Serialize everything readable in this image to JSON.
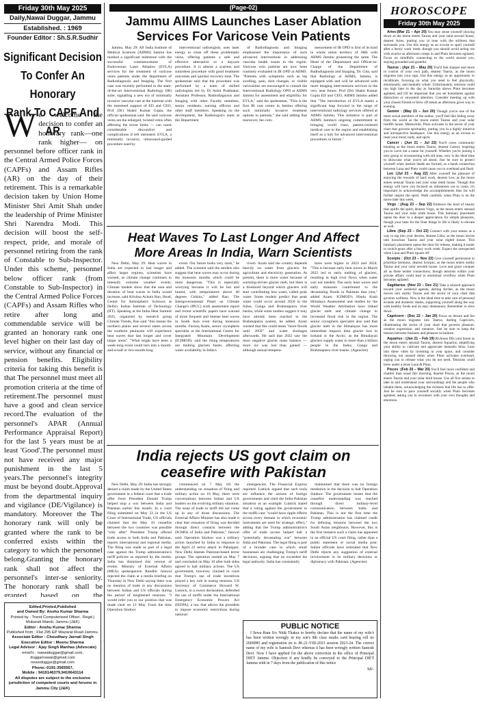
{
  "masthead": {
    "date": "Friday 30th May 2025",
    "daily": "Daily,Nawai Duggar, Jammu",
    "established": "Established. : 1969",
    "founder": "Founder Editor : Sh.S.R.Sudhir",
    "page": "(Page-02)",
    "horoscope_title": "HOROSCOPE",
    "horoscope_date": "Friday 30th May 2025"
  },
  "left_editorial": {
    "headline_1": "Significant Decision",
    "headline_2": "To Confer An Honorary",
    "headline_3": "Rank To CAPF And AR",
    "dropcap": "W",
    "first_line": "e welcome the decision to confer an honorary rank—one rank higher—",
    "body": "on personnel before officer rank in the Central Armed Police Forces (CAPFs) and Assam Rifles (AR) on the day of their retirement. This is a remarkable decision taken by Union Home Minister Shri Amit Shah under the leadership of Prime Minister Shri Narendra Modi. This decision will boost the self-respect, pride, and morale of personnel retiring from the rank of Constable to Sub-Inspector. Under this scheme, personnel below officer rank (from Constable to Sub-Inspector) in the Central Armed Police Forces (CAPFs) and Assam Rifles who retire after long and commendable service will be granted an honorary rank one level higher on their last day of service, without any financial or pension benefits. Eligibility criteria for taking this benefit is that The personnel must meet all promotion criteria at the time of retirement.The personnel must have a good and clean service record.The evaluation of the personnel's APAR (Annual Performance Appraisal Report) for the last 5 years must be at least 'Good'.The personnel must not have received any major punishment in the last 5 years.The personnel's integrity must be beyond doubt.Approval from the departmental inquiry and vigilance (DE/Vigilance) is mandatory. Moreover the The honorary rank will only be granted where the rank to be conferred exists within the category to which the personnel belong.Granting the honorary rank shall not affect the personnel's inter-se seniority. The honorary rank shall be granted based on the recommendation of the concerned commanding officer.The honorary rank will be conferred on the day of the personnel's retirement.No financial or pension benefits shall be admissible along with the honorary rank."
  },
  "imprint": {
    "line1": "Edited,Printed,Published",
    "line2": "and Owned By: Anshu Kumar Sharma",
    "line3": "Printed by : Trend Computerised Offset , Regd.)",
    "line4": "Mubarak Mandi, Jammu (J&K)",
    "line5": "Editor : Anshu Kumar Sharma",
    "line6": "Published from : Flat 295 EP Wazarat Road Jammu.",
    "line7": "Associate Editor : Choudhary Jarnail Singh",
    "line8": "Executive Editor : Meenu Sharma",
    "line9": "Legal Advisor : Ajay Singh Manhas (Advocate)",
    "line10": "email's : nawaiduggar@gmail.com,",
    "line11": "duggarnawai@gmail.com",
    "line12": "newsduggar@gmail.com",
    "line13": "Phone:-0191-3565567,",
    "line14": "Mobile : 9419146379,9419643114",
    "line15": "All disputes are subject to the exclusive jurisdiction of competent courts and forums in Jammu City (J&K)"
  },
  "article1": {
    "headline_1": "Jammu AIIMS Launches Laser Ablation",
    "headline_2": "Services For Varicose Vein Patients",
    "col1": "Jammu, May 29: All India Institute of Medical Sciences (AIIMS) Jammu has marked a significant milestone with the successful commencement of Endovenous Laser Ablation (EVLA) services for the treatment of varicose veins patients under the department of Radiodiagnosis and Imaging. The first case was recently performed in the state-of-the-art Interventional Radiology (IR) suite, signalling a new era of minimally invasive vascular care at the institute with the esteemed support of ED and CEO, Prof (Dr) Shakti Kumar Gupta, the official spokesman said. He said varicose veins are the enlarged, twisted veins often affecting the lower limbs — can cause considerable discomfort and complications if left untreated. EVLA, a minimally invasive, ultrasound-guided procedure used by",
    "col2": "interventional radiologists, uses laser energy to close off these problematic veins, offering patients a safe and effective alternative to a daycare procedure. It is almost a scarless and sutureless procedure with good treatment outcomes and quicker recovery time. The spokesman said that the procedure was performed by a team of skilled radiologists led by Dr Ankit Prabhakar, Assistant Professor, Radiodiagnosis and Imaging with other Faculty members, senior residents, nursing officers and other staff members. Speaking on the development, the Radiologist's team at the Department",
    "col3": "of Radiodiagnosis and Imaging emphasised the importance of such advanced interventions in addressing vascular health issues in the region. Varicose vein patients are now been routinely evaluated in IR OPD at AIIMS. \"Patients with symptoms such as leg swelling, pain, skin changes, or visible varicosities are encouraged to consult the Interventional Radiology OPD at AIIMS Jammu for assessment and eligibility for EVLA,\" said the spokesman. \"This is the first IR care centre in Jammu offering such minimally invasive treatment options to patients,\" she said adding that moreover, the com-",
    "col4": "mencement of IR OPD is first of its kind in whole union territory of J&K with AIIMS Jammu pioneering the same. The Head of the Department and Officer-in-Charge of the Department of Radiodiagnosis and Imaging, Dr. Gita, said that Radiology at AIIMS, Jammu, is equipped with and will be advanced with more imaging interventions services in the very near future. Prof (Dr) Shakti Kumar Gupta ED and CEO, AIIMS Jammu added that \"The introduction of EVLA marks a significant leap forward in the range of interventional radiology services offered at AIIMS Jammu. This initiative is part of AIIMS Jammu's ongoing commitment to bringing world class, patient-centered medical care to the region and establishing itself as a hub for advanced interventional procedures in future.\""
  },
  "article2": {
    "headline_1": "Heat Waves To Last Longer And Affect",
    "headline_2": "More Areas In India, Warn Scientists",
    "col1": "New Delhi, May 29: Heat waves in India are expected to last longer and affect larger regions, scientists have warned, as climate change continues to intensify extreme weather events. Climate models show that the area and duration of heat waves in India would increase, said Krishna Achuta Rao, Head, Centre for Atmospheric Sciences at Delhi's Indian Institute of Technology (IIT). Speaking at the India Heat Summit 2025, organised by research group Climate Trends, Rao said \"this means the northern plains and several states across the southern peninsula will experience heat waves that last longer and cover larger areas\". \"What might have been a week-long event could turn into a month-and-a-half or two-month-long",
    "col2": "event. Our future looks very stark,\" he added. The scientist said the models also suggest that heat waves may occur during the monsoon months which could be more dangerous. \"This is especially worrying because it will be hot and humid, with temperatures above 40 degrees Celsius,\" added Rao. The Intergovernmental Panel on Climate Change's (IPCC) sixth assessment report and recent scientific papers have warned of more frequent and intense heat waves in South Asia even during monsoon months. Farooq Azam, senior cryosphere specialist at the International Centre for Integrated Mountain Development (ICIMOD), said the rising temperatures are melting glaciers faster, affecting water availability in India's",
    "col3": "rivers. Azam said the country depends heavily on water from glaciers for agriculture and electricity generation. At present, there is more water because of warming-driven glacier melt, but there is a threshold beyond which glaciers will start contributing less water, called peak water. Some models predict that peak water could occur around 2050 in the Indus, Ganga and Brahmaputra river basins, while some studies suggest it may have already been reached in the Brahmaputra system, he added. Azam warned that this could mean \"more floods until 2050\" and water shortages afterwards. He said that 2022 saw the most negative glacier mass balance — more ice was lost than gained — although annual tempera-",
    "col4": "tures were higher in 2023 and 2024. \"This is because early heat waves in March 2022 led to early melting of glaciers, resulting in high river flows when water was not needed. The early heat waves and early monsoon contributed to the devastating floods in Pakistan that year,\" added Azam. ICIMOD's Hindu Kush Himalaya Assessment and studies by the World Weather Attribution have linked glacier melt and climate change to increased flood risk in the region. The senior cryosphere specialist also said that glacier melt in the Himalayas has more immediate impacts than glacier loss in Iceland or the Arctic, as the Himalayan glaciers supply water to more than a billion people in the Indus, Ganga and Brahmaputra river basins. (Agencies)"
  },
  "article3": {
    "headline_1": "India rejects US govt claim on",
    "headline_2": "ceasefire with Pakistan",
    "col1": "New Delhi, May 29: India has strongly denied a claim made by the United States government in a federal court that a trade offer from President Donald Trump helped stop a war between India and Pakistan earlier this month. In a court filing submitted on May 23 in the US Court of International Trade, US officials claimed that the May 10 ceasefire between the two countries was possible \"only after\" President Trump offered trade access to both India and Pakistan, reports international and regional media. The filing was made as part of a legal case against the Trump administration's tariff policies as reported by the media. India has dismissed this version of events. Ministry of External Affairs (MEA) spokesperson Randhir Jaiswal rejected the claim at a media briefing on Thursday in New Delhi saying there was no mention of trade in any discussions between Indian and US officials during the period of heightened tensions. \"I would refer you to our position that was made clear on 13 May. From the time Operation Sindoor",
    "col2": "commenced on 7 May till the understanding on cessation of firing and military action on 10 May, there were conversations between Indian and US leaders on the evolving military situation. The issue of trade or tariff did not come up in any of those discussions. The External Affairs Minister has also made it clear that cessation of firing was decided through direct contacts between the DGMOs of India and Pakistan,\" Jaiswal said. Operation Sindoor was a military action launched by India in response to the April 22 terror attack in Pahalgam. New Delhi blames Pakistan-based terror groups. The operation started on May 7 and concluded on May 10 after both sides agreed to halt military actions. The US government, however, claimed in court that Trump's use of trade incentives played a key role in easing tensions. US Secretary of Commerce Howard W. Lutnick, in a sworn declaration, defended the use of tariffs under the International Emergency Economic Powers Act (IEEPA), a law that allows the president to impose economic restrictions during national",
    "col3": "emergencies. The Financial Express reported. Lutnick argued that such tools are influence the actions of foreign governments and cited the India-Pakistan situation as an example. Lutnick stated that a ruling against the government in the tariffs case \"would have ripple effects across every domain in which economic instruments are used for strategic effect,\" adding that the Trump administration's offer of trade access helped halt a \"potentially devastating war\" between India and Pakistan. The legal filing is part of a broader case in which small businesses are challenging Trump's tariff decisions, arguing that he exceeded his legal authority. India has consistently",
    "col4": "maintained that there was no foreign mediation in the decision to halt Operation Sindoor. The government insists that the ceasefire understanding was reached through direct military-level communication between India and Pakistan. This is not the first time the Trump administration has claimed credit for defusing tensions between the two South Asian neighbours. However, this is the first instance such a claim has appeared in an official US court filing, rather than a public statement or social media post. Indian officials have reiterated that New Delhi rejects any suggestion of external involvement in its military decisions or diplomacy with Pakistan. (Agencies)"
  },
  "public_notice": {
    "title": "PUBLIC NOTICE",
    "body": "I Sewa Ram S/o Nitik Thakur to hereby declare that the name of my wife's has been written wrongly in my son's 8th class marks card bearing roll no 2609085 and registration no is JK-21-VIII-2023 session 2023-24. The correct name of my wife is Santosh Devi whereas it has been wrongly written Santosh Devi. Now I have applied for the above correction in the office of Principal DIET Jammu. Objection if any kindly be conveyed to the Principal DIET Jammu with in 7 days from the publication of this notice",
    "signature": "Sd/-"
  },
  "horoscope": [
    {
      "sign": "Aries:(Mar 21 – Apr 20)",
      "text": "You may sense yourself slowing down as the moon enters Taurus and your solar second house, dearest Aries, putting you in tune with the stillness that surrounds you. Use this energy as an excuse to spoil yourself after a hectic work week, though you should avoid acting out with avarice as afternoon creeps in and Pluto becomes agitated. Focus on mindfully connecting to the world around you, staying grounded and grateful."
    },
    {
      "sign": "Taurus : (Apr 21 – May 20)",
      "text": "You'll feel sharper and more in control of your own path, dearest Taurus, as the moon migrates into your sign. Use this energy as an opportunity to recalibrate, focusing on what you need to feel physically, emotionally, and mentally whole. Unfortunately, tensions could run high later in the day as Saturday shows Pluto becomes agitated, and it'll be important that you set boundaries against distraction or unwanted attention. Consider meeting up with your closest friends to blow off steam as afternoon gives way to evening."
    },
    {
      "sign": "Gemini : (May 21 – Jun 20)",
      "text": "Though you're one of the more social members of the zodiac, you'll feel like hiding away from the world as the moon enters Taurus and your solar twelfth house. Meanwhile, Pluto activates in the sector of your chart that governs spirituality, putting you in a highly intuitive and introspective headspace. Use this energy as an excuse to reset your mind, body, and spirit."
    },
    {
      "sign": "Cancer : (Jun 21 – Jul 22)",
      "text": "You'll crave community bonding as the moon enters Taurus, dearest Cancer, inspiring you to carve out a name for yourself. Whether you're joining a new group or reconnecting with old ones, now is the ideal time to showcase what you're all about. Just be sure to protect yourself when instinct heads are formed, as a harsh connection between Luna and Pluto could cause you to overhead and flush."
    },
    {
      "sign": "Leo :(Jul 23 – Aug 22)",
      "text": "After yourself the pleasure of enjoying the rewards of hard work, dearest Leo, as the moon enters sensual Taurus and your solar tenth house. Though this energy will have you focused on milestones yet to come, it's important to acknowledge the accomplishments thus far will further inspire the spirit. Walk carefully when Pluto is on the move later this week."
    },
    {
      "sign": "Virgo : (Aug 23 – Sep 22)",
      "text": "Embrace the kind of beauty that uplifts the spirit, dearest Virgo, as the moon enters sensual Taurus and your solar ninth house. This luminary placement opens the door to a deeper appreciation for simple pleasures, though your taste for the finer things in life is likely to elevate as well."
    },
    {
      "sign": "Libra :(Sep 23 – Oct 22)",
      "text": "Connect with your senses as a way to tap into your desires, dearest Libra, as the moon moves into luxurious Taurus and your solar eighth house. This luminary placement opens the door for release, making it easier to switch gears after a busy work week. Expect the unexpected when Luna and Pluto square off."
    },
    {
      "sign": "Scorpio : (Oct 23 – Nov 22)",
      "text": "Give yourself permission to prioritize harmony, dearest Scorpio, as the moon enters earthy Taurus and your solar seventh house. Love and grace conquer all as these tender connections, though tensions within your private affairs could lead to emotional overflow when Pluto becomes agitated."
    },
    {
      "sign": "Sagittarius :(Nov 23 – Dec 21)",
      "text": "Take a relaxed approach toward your weekend agenda, darling Archer, as the moon moves into earthy Taurus and the sector of your chart that governs wellness. Now is the ideal time to take care of personal errands and domestic duties, supporting yourself along the way with healthy foods and an easy demeanour. Remember to slow down."
    },
    {
      "sign": "Capricorn : (Dec 22 – Jan 20)",
      "text": "Focus on leisure and fun as the moon migrates into Taurus, darling Capricorn, illuminating the sector of your chart that governs pleasure, creative expression, and romance. Just be sure to keep the tension between business and pleasure in balance."
    },
    {
      "sign": "Aquarius : (Jan 21 – Feb 19)",
      "text": "Richness fills your home as the moon enters sensual Taurus, dearest Aquarius, amplifying your ability to cultivate and appreciate domestic bliss. Lean into these vibes by investing in your space, and consider throwing out unused items when Pluto activates overhead, urging you to release what you do not need. Tensions could brew under a tense Luna & Pluto."
    },
    {
      "sign": "Pisces :(Feb 20 – Mar 20)",
      "text": "You'll feel more confident and chattier than usual this morning, dearest Pisces, as the moon enters Taurus and your solar third house. Use all five senses to take in and understand your surroundings and the people who inhabit them, acknowledging the richness that life has to offer. Just be sure to pace yourself socially when Pluto becomes agitated, asking you to reconnect with your own thoughts and emotions."
    }
  ]
}
